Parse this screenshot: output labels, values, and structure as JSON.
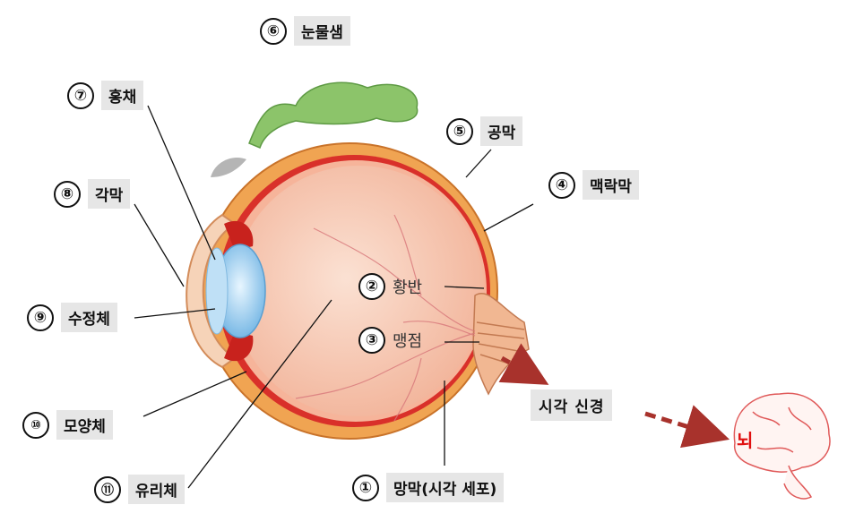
{
  "labels": [
    {
      "num": "①",
      "text": "망막(시각 세포)"
    },
    {
      "num": "②",
      "text": "황반"
    },
    {
      "num": "③",
      "text": "맹점"
    },
    {
      "num": "④",
      "text": "맥락막"
    },
    {
      "num": "⑤",
      "text": "공막"
    },
    {
      "num": "⑥",
      "text": "눈물샘"
    },
    {
      "num": "⑦",
      "text": "홍채"
    },
    {
      "num": "⑧",
      "text": "각막"
    },
    {
      "num": "⑨",
      "text": "수정체"
    },
    {
      "num": "⑩",
      "text": "모양체"
    },
    {
      "num": "⑪",
      "text": "유리체"
    }
  ],
  "optic_nerve": "시각 신경",
  "brain": "뇌",
  "colors": {
    "sclera": "#f0a452",
    "choroid": "#d9302a",
    "vitreous": "#f6c7b0",
    "lens": "#a9d6f2",
    "tear_gland": "#8cc46a",
    "arrow": "#a8322c"
  }
}
